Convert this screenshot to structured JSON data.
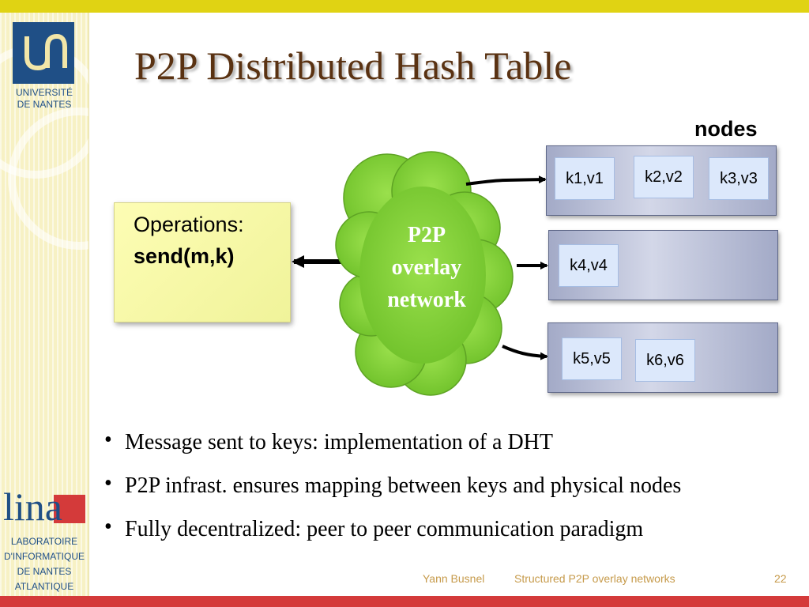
{
  "slide": {
    "title": "P2P Distributed Hash Table",
    "nodes_label": "nodes"
  },
  "sidebar": {
    "university_lines": [
      "UNIVERSITÉ",
      "DE NANTES"
    ],
    "lina_logo_text": "lina",
    "lab_lines": [
      "LABORATOIRE",
      "D'INFORMATIQUE",
      "DE NANTES",
      "ATLANTIQUE"
    ]
  },
  "operations": {
    "line1": "Operations:",
    "line2": "send(m,k)"
  },
  "cloud": {
    "lines": [
      "P2P",
      "overlay",
      "network"
    ]
  },
  "nodes": [
    {
      "pairs": [
        "k1,v1",
        "k2,v2",
        "k3,v3"
      ]
    },
    {
      "pairs": [
        "k4,v4"
      ]
    },
    {
      "pairs": [
        "k5,v5",
        "k6,v6"
      ]
    }
  ],
  "bullets": [
    "Message sent to keys: implementation of a DHT",
    "P2P infrast. ensures mapping between keys and physical nodes",
    "Fully decentralized: peer to peer communication paradigm"
  ],
  "footer": {
    "author": "Yann Busnel",
    "title": "Structured P2P overlay networks",
    "page": "22"
  },
  "colors": {
    "top_bar": "#e0d313",
    "bottom_bar": "#d43a3a",
    "title": "#5a3212",
    "cloud": "#7ccd32",
    "ops_box": "#f7f7a5",
    "node_box": "#c3c8de",
    "kv_cell": "#dce8fb",
    "footer_text": "#c69a4a"
  }
}
